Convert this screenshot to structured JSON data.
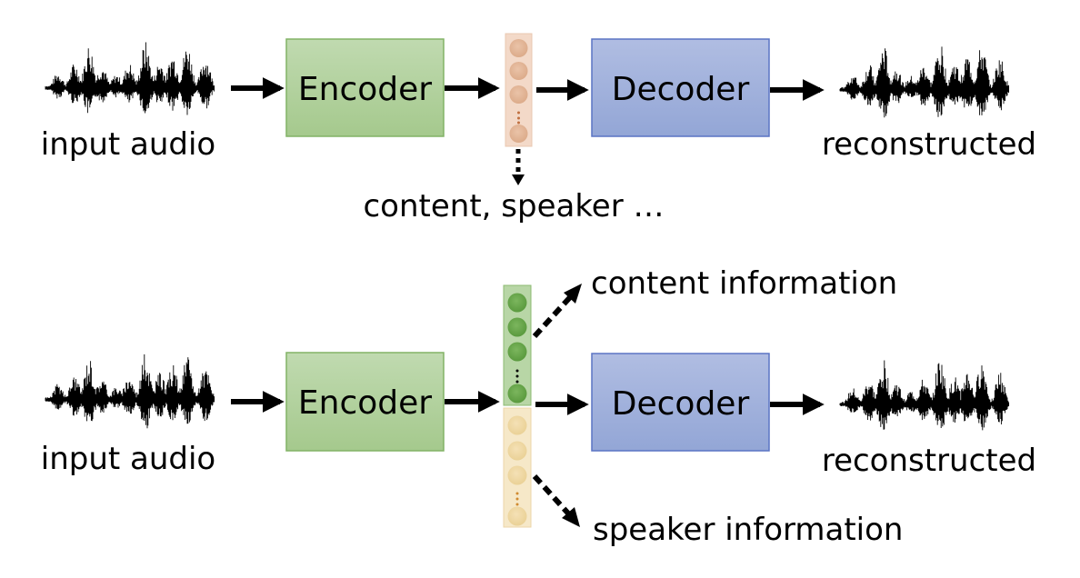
{
  "top_pipeline": {
    "input_label": "input audio",
    "encoder_label": "Encoder",
    "decoder_label": "Decoder",
    "output_label": "reconstructed",
    "latent_annotation": "content, speaker …",
    "latent_color": "#f3d6c3",
    "latent_circle_color": "#e2b08f"
  },
  "bottom_pipeline": {
    "input_label": "input audio",
    "encoder_label": "Encoder",
    "decoder_label": "Decoder",
    "output_label": "reconstructed",
    "content_annotation": "content information",
    "speaker_annotation": "speaker information",
    "content_color": "#b9d7a8",
    "content_circle_color": "#6aa84f",
    "speaker_color": "#f7e8c6",
    "speaker_circle_color": "#efd79e"
  },
  "colors": {
    "encoder_fill": "#b3d19e",
    "encoder_stroke": "#82b366",
    "decoder_fill": "#a4b3dc",
    "decoder_stroke": "#5a74c4"
  }
}
